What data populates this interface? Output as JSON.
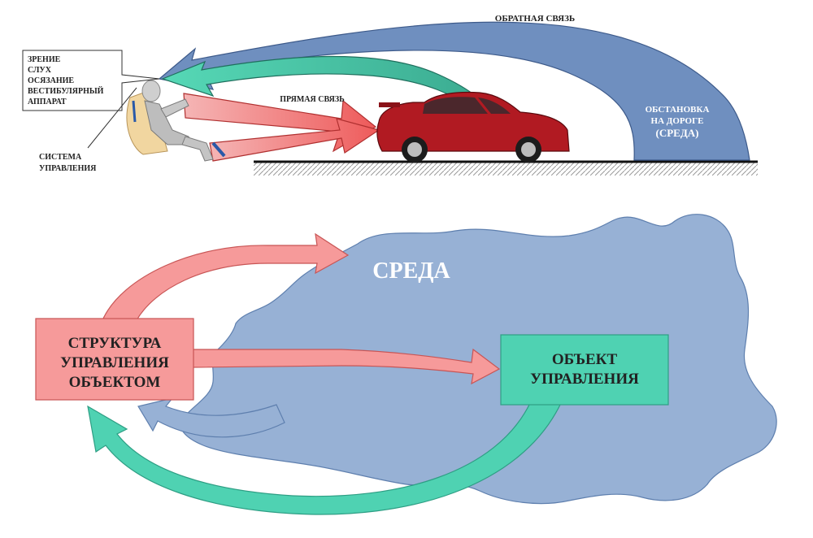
{
  "top_scene": {
    "feedback_label": "ОБРАТНАЯ СВЯЗЬ",
    "forward_label": "ПРЯМАЯ СВЯЗЬ",
    "senses": [
      "ЗРЕНИЕ",
      "СЛУХ",
      "ОСЯЗАНИЕ",
      "ВЕСТИБУЛЯРНЫЙ",
      "АППАРАТ"
    ],
    "control_system": [
      "СИСТЕМА",
      "УПРАВЛЕНИЯ"
    ],
    "environment": [
      "ОБСТАНОВКА",
      "НА ДОРОГЕ",
      "(СРЕДА)"
    ]
  },
  "bottom_scene": {
    "environment_title": "СРЕДА",
    "control_structure": [
      "СТРУКТУРА",
      "УПРАВЛЕНИЯ",
      "ОБЪЕКТОМ"
    ],
    "control_object": [
      "ОБЪЕКТ",
      "УПРАВЛЕНИЯ"
    ]
  },
  "colors": {
    "blue": "#6f8fbf",
    "blue_cloud": "#97b1d5",
    "teal": "#4fd2b2",
    "teal_dark": "#2e9e84",
    "red": "#f27a7a",
    "pink": "#f69a9a",
    "car": "#b11a22"
  }
}
